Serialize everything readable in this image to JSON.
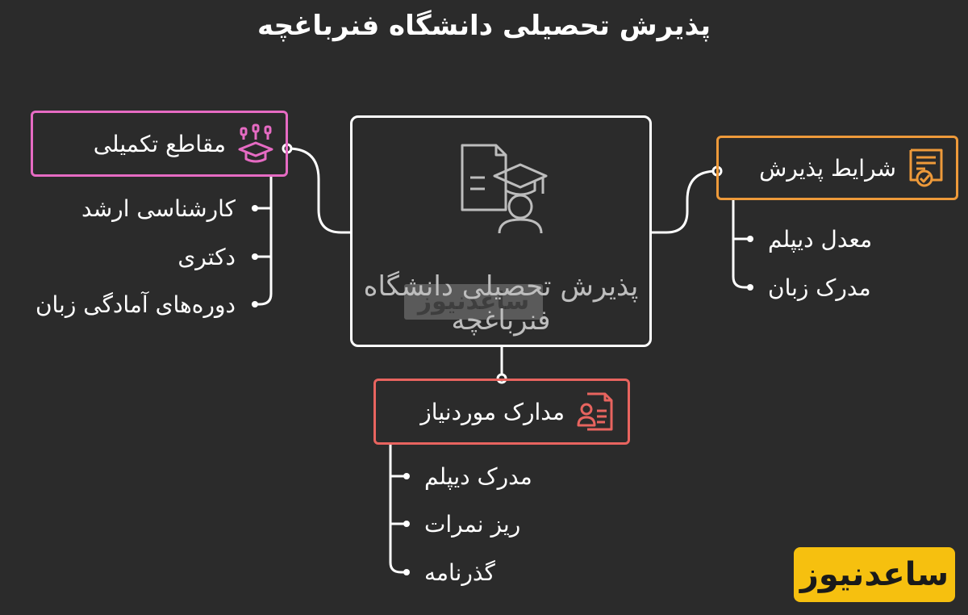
{
  "title": "پذیرش تحصیلی دانشگاه فنرباغچه",
  "center": {
    "label": "پذیرش تحصیلی دانشگاه فنرباغچه",
    "icon": "document-graduate-icon",
    "watermark": "ساعدنیوز"
  },
  "branches": {
    "advanced_degrees": {
      "label": "مقاطع تکمیلی",
      "icon": "graduation-cap-chart-icon",
      "color": "#e66bc3",
      "items": [
        "کارشناسی ارشد",
        "دکتری",
        "دوره‌های آمادگی زبان"
      ]
    },
    "admission_conditions": {
      "label": "شرایط پذیرش",
      "icon": "certificate-icon",
      "color": "#ee9a3a",
      "items": [
        "معدل دیپلم",
        "مدرک زبان"
      ]
    },
    "required_documents": {
      "label": "مدارک موردنیاز",
      "icon": "id-document-icon",
      "color": "#e8645f",
      "items": [
        "مدرک دیپلم",
        "ریز نمرات",
        "گذرنامه"
      ]
    }
  },
  "brand": {
    "label": "ساعدنیوز",
    "color": "#f6c00f"
  }
}
